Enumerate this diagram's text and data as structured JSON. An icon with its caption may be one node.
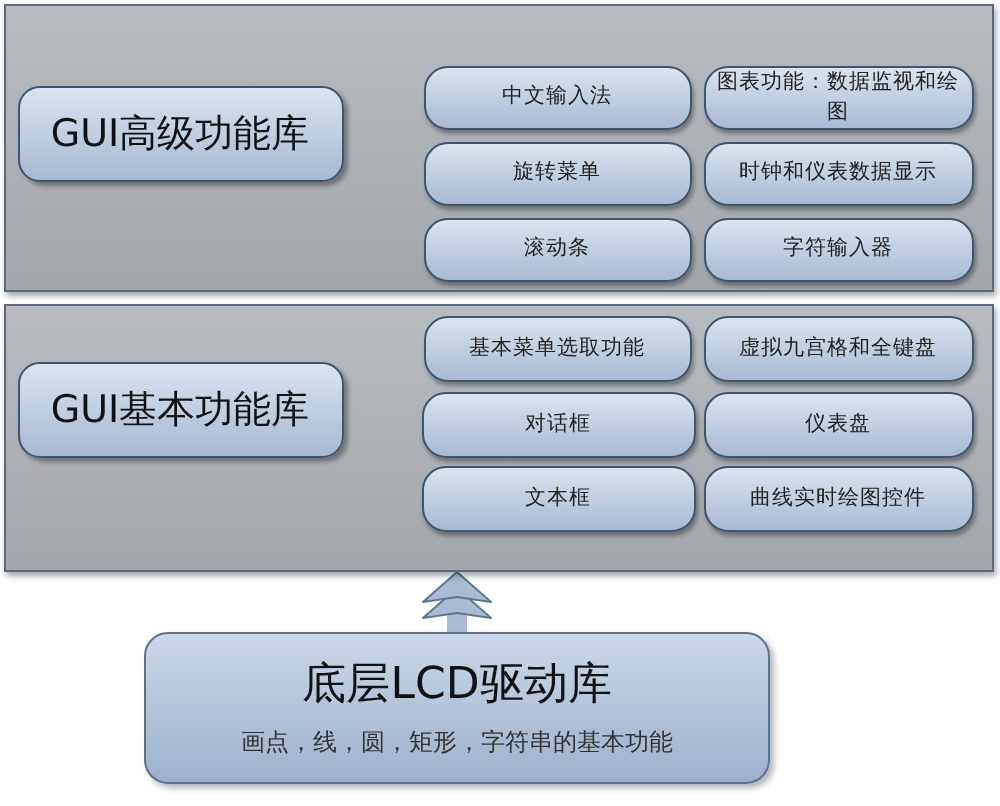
{
  "diagram": {
    "nodes": [
      {
        "text": [],
        "shape": "box"
      },
      {
        "text": [
          "GUI高级功能库"
        ],
        "in": 0
      },
      {
        "text": [
          "中文输入法"
        ],
        "in": 0
      },
      {
        "text": [
          "图表功能：数据监视和绘图"
        ],
        "in": 0
      },
      {
        "text": [
          "旋转菜单"
        ],
        "in": 0
      },
      {
        "text": [
          "时钟和仪表数据显示"
        ],
        "in": 0
      },
      {
        "text": [
          "滚动条"
        ],
        "in": 0
      },
      {
        "text": [
          "字符输入器"
        ],
        "in": 0
      },
      {
        "text": [],
        "shape": "box"
      },
      {
        "text": [
          "GUI基本功能库"
        ],
        "in": 8
      },
      {
        "text": [
          "基本菜单选取功能"
        ],
        "in": 8
      },
      {
        "text": [
          "虚拟九宫格和全键盘"
        ],
        "in": 8
      },
      {
        "text": [
          "对话框"
        ],
        "in": 8
      },
      {
        "text": [
          "仪表盘"
        ],
        "in": 8
      },
      {
        "text": [
          "文本框"
        ],
        "in": 8
      },
      {
        "text": [
          "曲线实时绘图控件"
        ],
        "in": 8
      },
      {
        "text": [
          "底层LCD驱动库",
          "画点，线，圆，矩形，字符串的基本功能"
        ]
      }
    ],
    "edges": [
      {
        "from": 16,
        "to": 8,
        "arrow": "to"
      }
    ]
  }
}
